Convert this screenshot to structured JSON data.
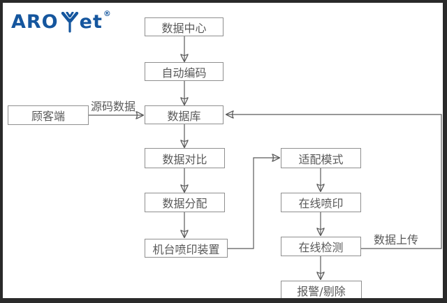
{
  "logo": {
    "text_left": "ARO",
    "text_right": "et",
    "registered": "®",
    "brand_color": "#15569e",
    "icon": "arojet-leaf-icon"
  },
  "flowchart": {
    "nodes": {
      "data_center": "数据中心",
      "auto_encoding": "自动编码",
      "customer": "顾客端",
      "database": "数据库",
      "data_compare": "数据对比",
      "data_distribution": "数据分配",
      "machine_printing": "机台喷印装置",
      "adapt_mode": "适配模式",
      "online_printing": "在线喷印",
      "online_inspection": "在线检测",
      "alarm_reject": "报警/剔除"
    },
    "edge_labels": {
      "source_data": "源码数据",
      "data_upload": "数据上传"
    },
    "colors": {
      "box_border": "#8f8f8f",
      "text": "#595959",
      "line": "#5a5a5a",
      "arrowhead": "#2f2f2f",
      "frame": "#2a2a2a",
      "background": "#ffffff"
    }
  }
}
